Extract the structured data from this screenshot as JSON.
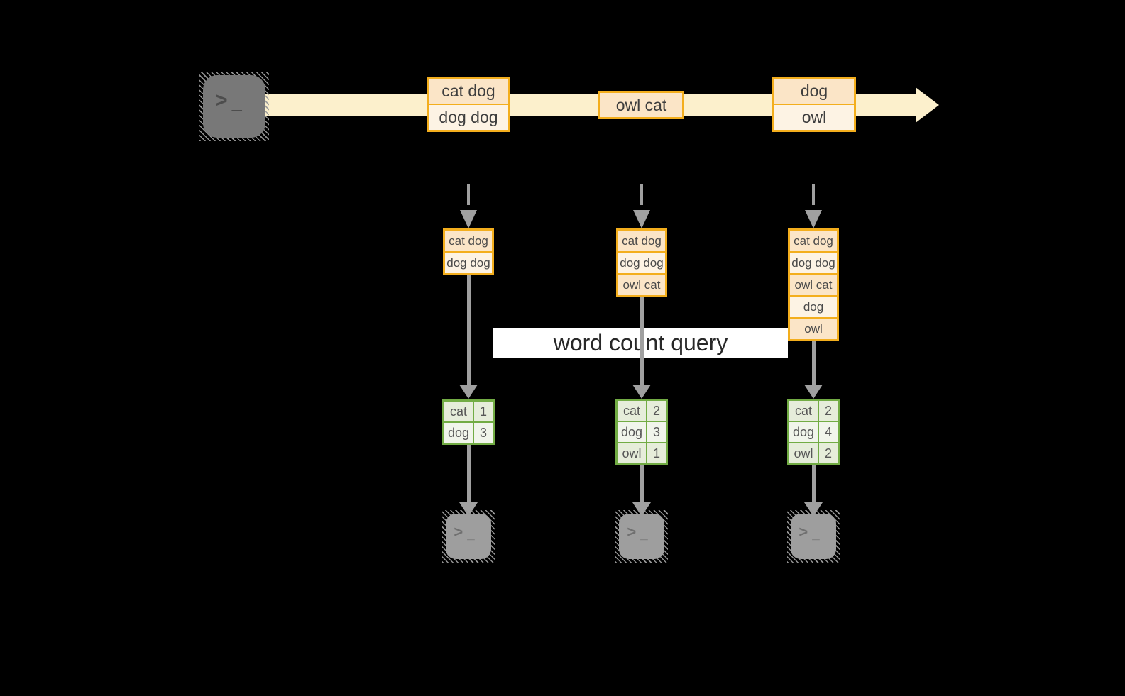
{
  "palette": {
    "stream_fill": "#fcf0cc",
    "orange_border": "#f3ae1d",
    "row_peach": "#fbe5c7",
    "row_cream": "#fdf3e4",
    "green_border": "#72ac44",
    "green_row_dark": "#e6edda",
    "green_row_light": "#f1f5eb",
    "arrow_gray": "#a0a0a0",
    "terminal_src": "#787878",
    "terminal_sink": "#9e9e9e"
  },
  "icons": {
    "prompt_glyph": ">",
    "cursor_glyph": "_"
  },
  "stream": {
    "events": [
      {
        "rows": [
          "cat dog",
          "dog dog"
        ]
      },
      {
        "rows": [
          "owl cat"
        ]
      },
      {
        "rows": [
          "dog",
          "owl"
        ]
      }
    ]
  },
  "query": {
    "label": "word count query"
  },
  "columns": [
    {
      "window": [
        "cat dog",
        "dog dog"
      ],
      "counts": [
        {
          "word": "cat",
          "count": "1"
        },
        {
          "word": "dog",
          "count": "3"
        }
      ]
    },
    {
      "window": [
        "cat dog",
        "dog dog",
        "owl cat"
      ],
      "counts": [
        {
          "word": "cat",
          "count": "2"
        },
        {
          "word": "dog",
          "count": "3"
        },
        {
          "word": "owl",
          "count": "1"
        }
      ]
    },
    {
      "window": [
        "cat dog",
        "dog dog",
        "owl cat",
        "dog",
        "owl"
      ],
      "counts": [
        {
          "word": "cat",
          "count": "2"
        },
        {
          "word": "dog",
          "count": "4"
        },
        {
          "word": "owl",
          "count": "2"
        }
      ]
    }
  ]
}
